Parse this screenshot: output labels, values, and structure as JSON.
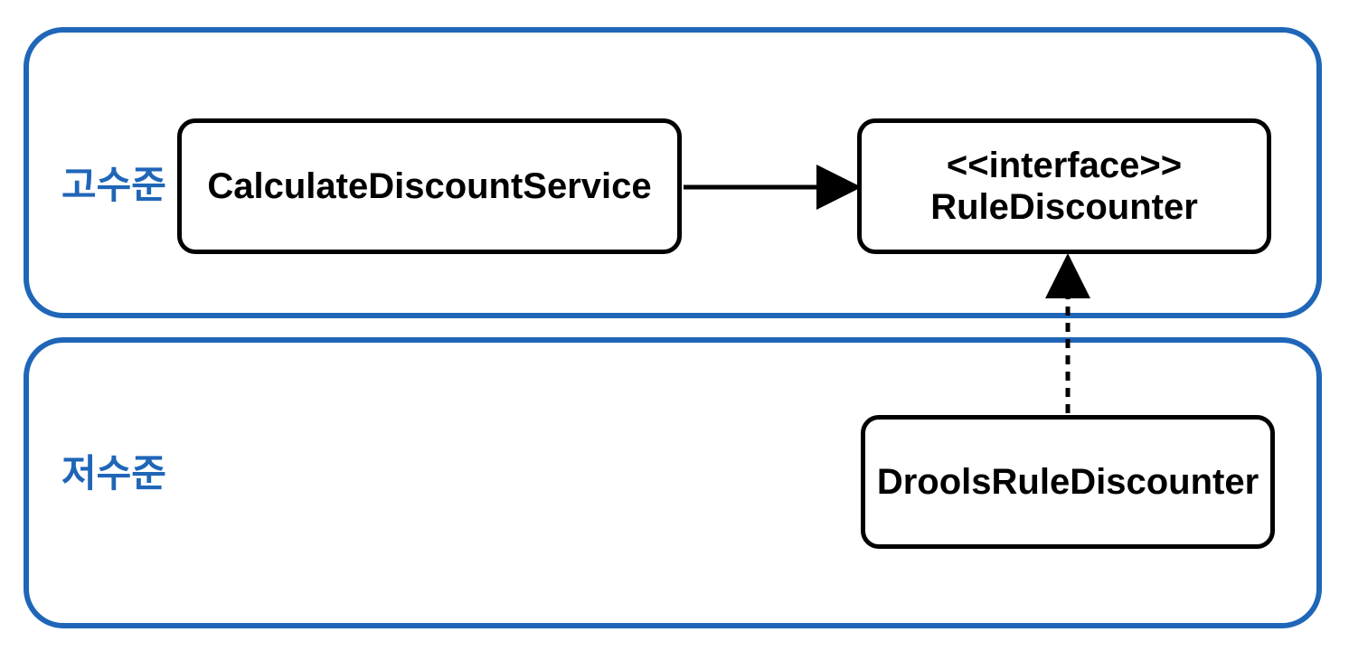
{
  "layers": {
    "high": {
      "label": "고수준"
    },
    "low": {
      "label": "저수준"
    }
  },
  "nodes": {
    "service": {
      "name": "CalculateDiscountService"
    },
    "interface": {
      "stereotype": "<<interface>>",
      "name": "RuleDiscounter"
    },
    "drools": {
      "name": "DroolsRuleDiscounter"
    }
  },
  "edges": [
    {
      "from": "CalculateDiscountService",
      "to": "RuleDiscounter",
      "style": "solid",
      "kind": "dependency"
    },
    {
      "from": "DroolsRuleDiscounter",
      "to": "RuleDiscounter",
      "style": "dashed",
      "kind": "implementation"
    }
  ],
  "colors": {
    "layer_border": "#1f66b8",
    "layer_label": "#1f66b8",
    "node_border": "#000000",
    "text": "#000000"
  }
}
